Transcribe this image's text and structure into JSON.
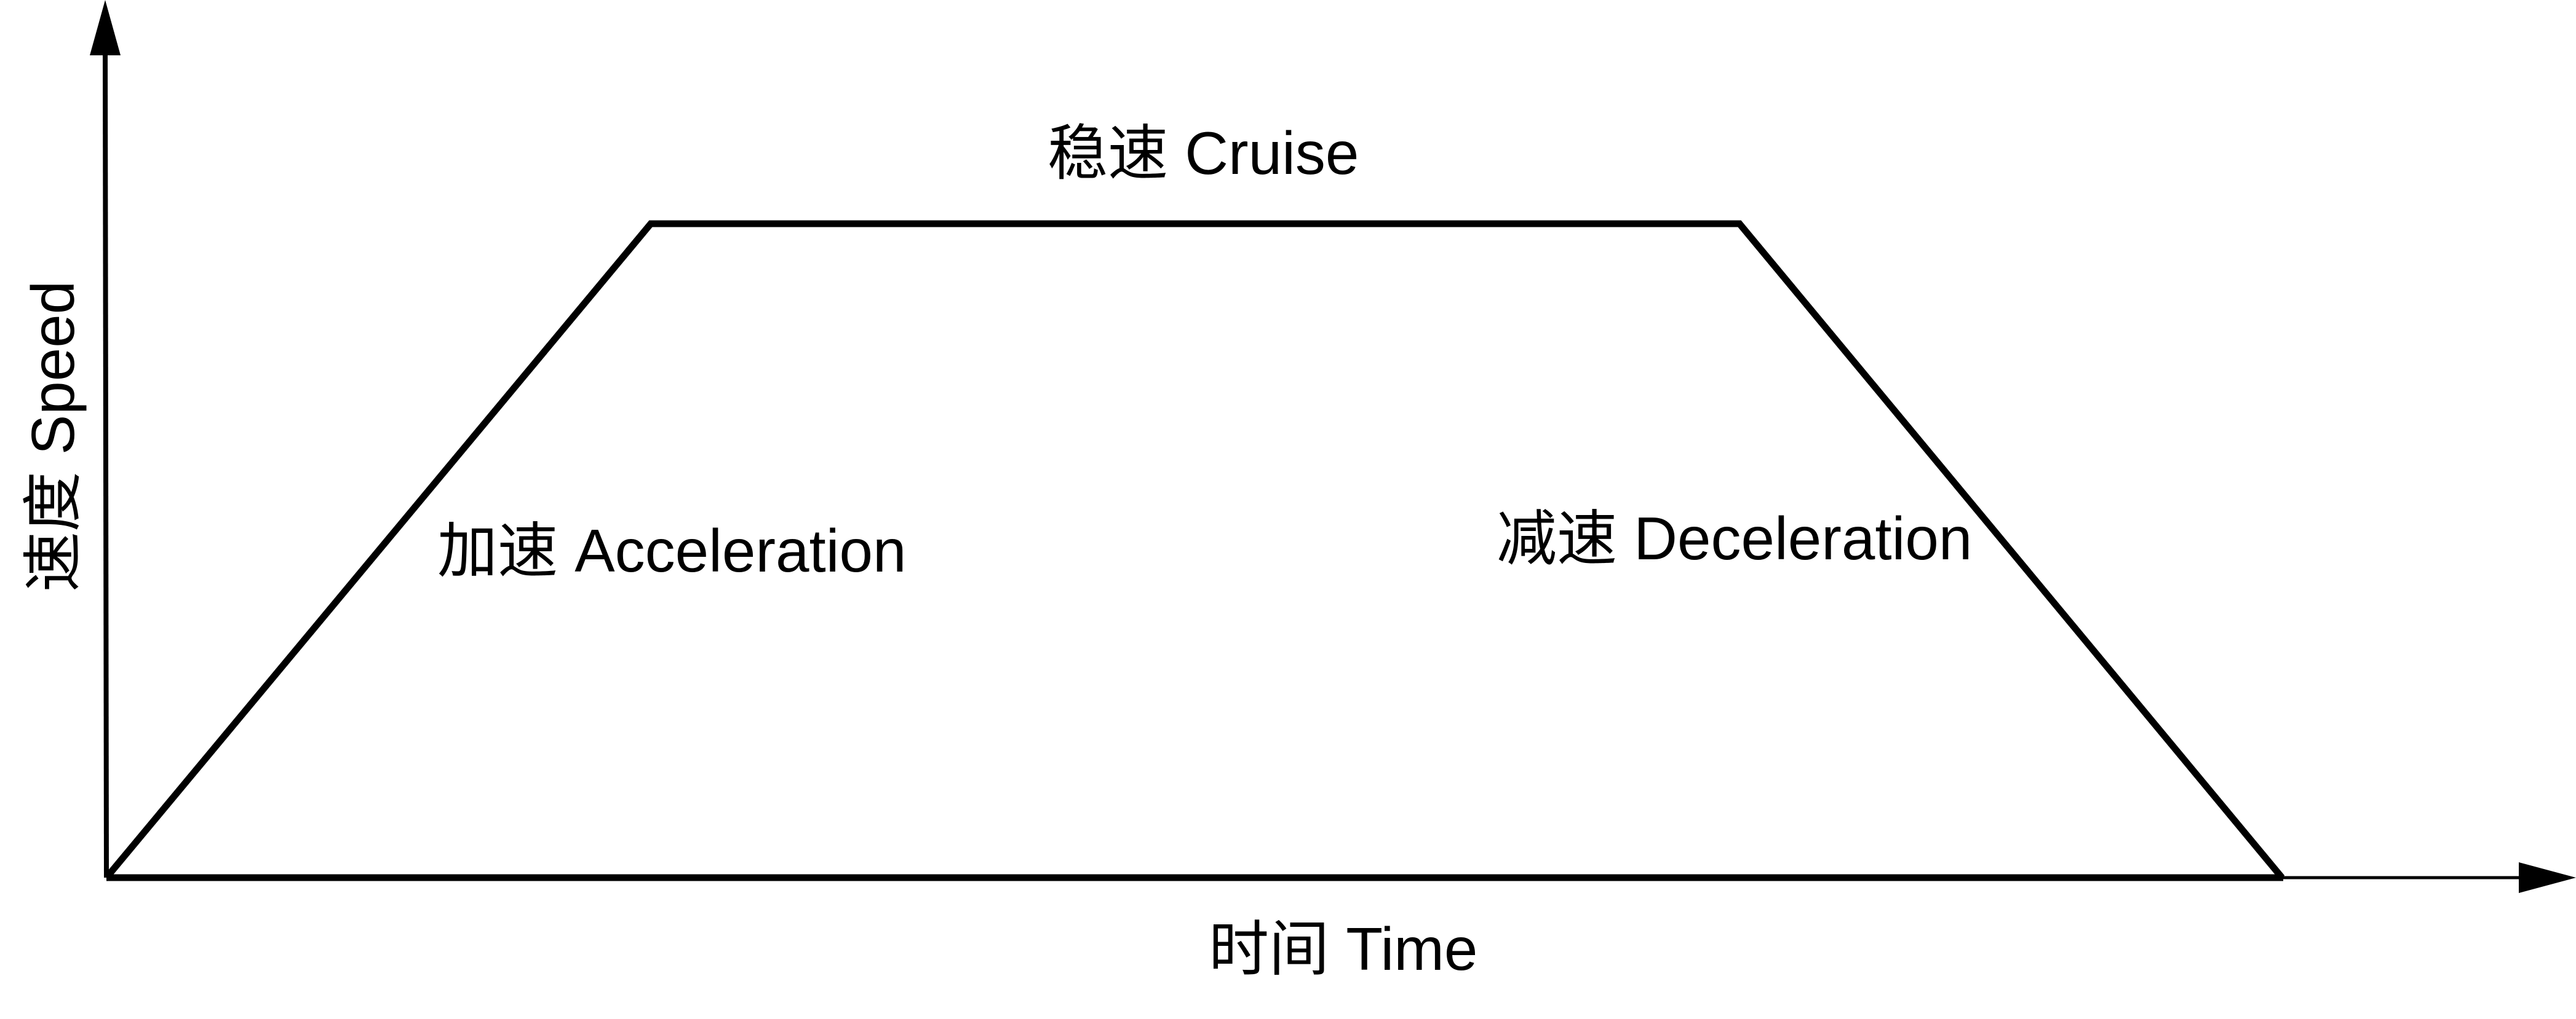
{
  "axes": {
    "y_label": "速度 Speed",
    "x_label": "时间 Time"
  },
  "phases": {
    "acceleration": "加速 Acceleration",
    "cruise": "稳速 Cruise",
    "deceleration": "减速 Deceleration"
  },
  "colors": {
    "stroke": "#000000",
    "background": "#ffffff"
  }
}
